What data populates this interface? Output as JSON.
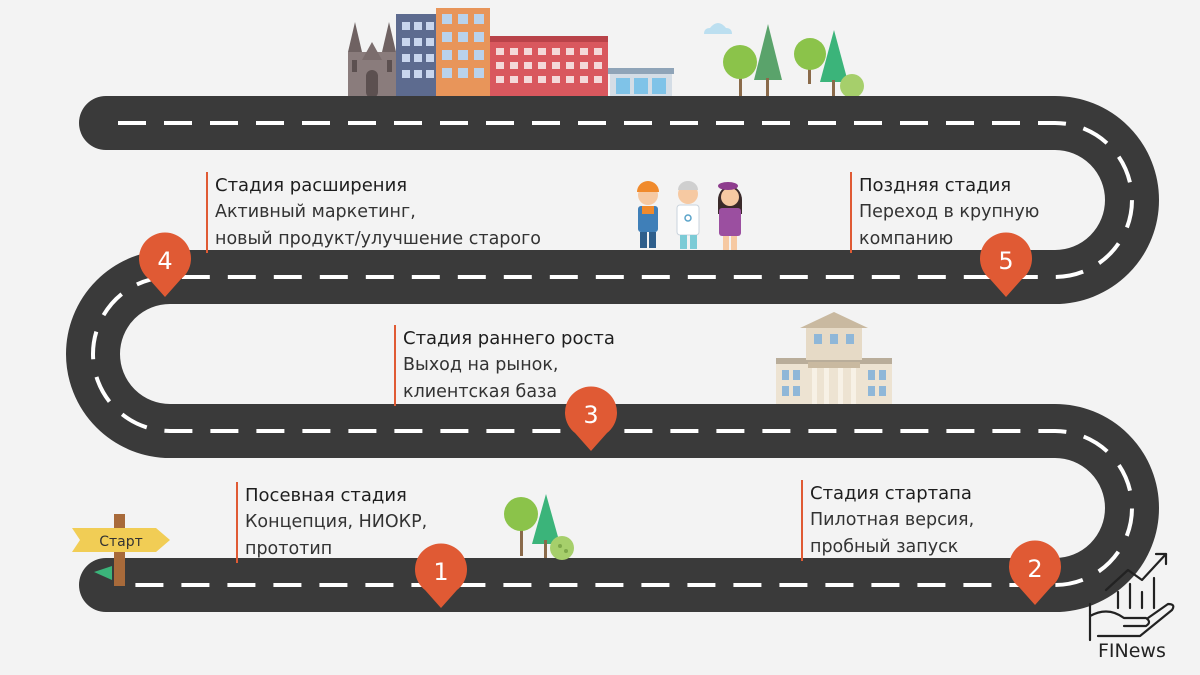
{
  "start_sign": "Старт",
  "stages": [
    {
      "number": "1",
      "title": "Посевная стадия",
      "lines": [
        "Концепция, НИОКР,",
        "прототип"
      ]
    },
    {
      "number": "2",
      "title": "Стадия стартапа",
      "lines": [
        "Пилотная версия,",
        "пробный запуск"
      ]
    },
    {
      "number": "3",
      "title": "Стадия раннего роста",
      "lines": [
        "Выход на рынок,",
        "клиентская база"
      ]
    },
    {
      "number": "4",
      "title": "Стадия расширения",
      "lines": [
        "Активный маркетинг,",
        "новый продукт/улучшение старого"
      ]
    },
    {
      "number": "5",
      "title": "Поздняя стадия",
      "lines": [
        "Переход в крупную",
        "компанию"
      ]
    }
  ],
  "logo": {
    "text": "FINews",
    "icon": "growth-chart-hand-icon"
  },
  "colors": {
    "road": "#3a3a3a",
    "road_marking": "#ffffff",
    "marker": "#e05a34",
    "label_bar": "#e05a34",
    "sign": "#f1cd55",
    "background": "#f3f3f3"
  }
}
